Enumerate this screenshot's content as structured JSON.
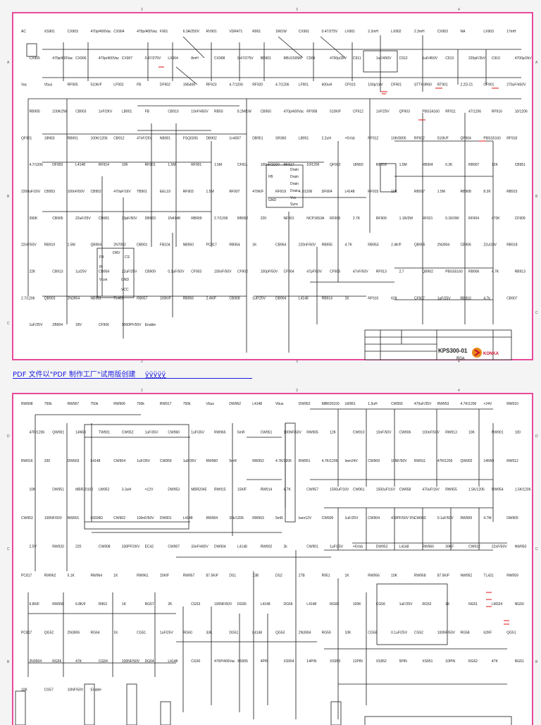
{
  "sheet1": {
    "title_block": {
      "model": "KPS300-01",
      "revision": "R0A",
      "brand": "KONKA"
    },
    "labels": [
      "AC",
      "XS901",
      "CX903",
      "470p/400Vac",
      "CX904",
      "470p/400Vac",
      "F901",
      "6.3A/250V",
      "RV901",
      "VDR471",
      "R901",
      "1M/1W",
      "CX901",
      "0.47/275V",
      "LX901",
      "2.2mH",
      "LX902",
      "2.3mH",
      "CX902",
      "NA",
      "LX903",
      "17mH",
      "CX905",
      "470p/400Vac",
      "CX906",
      "470p/400Vac",
      "CX907",
      "0.47/275V",
      "LX904",
      "8mH",
      "CX908",
      "0.47/275V",
      "BD901",
      "RBU1505M",
      "C909",
      "4700p/2kV",
      "C911",
      "1uF/450V",
      "C912",
      "1uF/450V",
      "C913",
      "220pF/2kV",
      "C910",
      "4700p/2kV",
      "Vac",
      "Vbus",
      "RF905",
      "510K/F",
      "LF902",
      "FB",
      "DF902",
      "1N5406",
      "RF923",
      "4.7/1206",
      "RF920",
      "4.7/1206",
      "LF901",
      "600uH",
      "CF910",
      "100p/1kV",
      "DF901",
      "STTH3R60",
      "RT901",
      "2.2D-21",
      "CF901",
      "270uF/450V",
      "RB905",
      "100K/2W",
      "CB903",
      "1nF/2KV",
      "LB901",
      "FB",
      "CB910",
      "10nF/450V",
      "RB50",
      "8.2M/1W",
      "CB950",
      "470p/400Vac",
      "RF908",
      "510K/F",
      "CF912",
      "1nF/25V",
      "QF903",
      "PBSS4160",
      "RF911",
      "47/1206",
      "RF916",
      "10/1206",
      "QF901",
      "18N50",
      "RB901",
      "100K/1206",
      "CB912",
      "47nF/25V",
      "NB901",
      "FSQ0265",
      "DB902",
      "1n4007",
      "DB951",
      "SR360",
      "LB951",
      "2.2uH",
      "+5Vsb",
      "RF912",
      "10K/0805",
      "RF902",
      "510K/F",
      "QF904",
      "PBSS5160",
      "RF918",
      "4.7/1206",
      "DF903",
      "L4148",
      "RF914",
      "10K",
      "RF901",
      "1.5M",
      "RF901",
      "1.5M",
      "CF911",
      "100nF/160V",
      "RF917",
      "10/1206",
      "QF902",
      "18N50",
      "RB916",
      "1.5M",
      "RB904",
      "6.2K",
      "RB907",
      "12K",
      "CB951",
      "2200uF/16V",
      "CB953",
      "100nF/50V",
      "CB952",
      "470uF/16V",
      "TB901",
      "EEL19",
      "RF903",
      "1.5M",
      "RF907",
      "470K/F",
      "RF919",
      "4.7/1206",
      "DF904",
      "L4148",
      "RF915",
      "10K",
      "RB917",
      "1.5M",
      "RB908",
      "8.2K",
      "RB915",
      "390K",
      "CB905",
      "22uF/25V",
      "CB901",
      "33pF/50V",
      "DB903",
      "1N4148",
      "RB909",
      "2.7/1206",
      "RB952",
      "220",
      "NF901",
      "NCP1653A",
      "RF906",
      "2.7K",
      "RF909",
      "1.1R/3W",
      "RF921",
      "0.1R/3W",
      "RF904",
      "470K",
      "CF909",
      "22nF/50V",
      "RB919",
      "1.5M",
      "QB904",
      "2N7002",
      "DB901",
      "FB104",
      "NB950",
      "PC817",
      "RB954",
      "1K",
      "CB954",
      "220nF/50V",
      "RB955",
      "4.7K",
      "RB953",
      "2.4K/F",
      "QB905",
      "2N3904",
      "CB906",
      "22u/10V",
      "RB918",
      "22K",
      "CB913",
      "1u/25V",
      "CB904",
      "22uF/25V",
      "CB909",
      "0.1uF/50V",
      "CF903",
      "100nF/50V",
      "CF902",
      "100pF/50V",
      "CF904",
      "47pF/50V",
      "CF905",
      "47nF/50V",
      "RF913",
      "2.7",
      "QB902",
      "PBSS5160",
      "RB906",
      "4.7K",
      "RB913",
      "2.7/1206",
      "QB903",
      "2N3904",
      "NB951",
      "TL431",
      "RB957",
      "100K/F",
      "RB956",
      "2.4K/F",
      "CB908",
      "1uF/25V",
      "DB904",
      "L4148",
      "RB914",
      "1K",
      "RF910",
      "62K",
      "CF907",
      "1uF/25V",
      "RB910",
      "4.7k",
      "CB907",
      "1uF/25V",
      "ZB904",
      "18V",
      "CF906",
      "1000PF/50V",
      "Enable"
    ],
    "ic_pins": {
      "nf901": [
        "FB",
        "IN",
        "Vcon",
        "GND",
        "CS",
        "DRV",
        "VCC"
      ],
      "nb901": [
        "Drain",
        "Drain",
        "Drain",
        "Drain",
        "FB",
        "GND",
        "Vcc",
        "Sync"
      ]
    }
  },
  "pdf_notice": "PDF 文件以\"PDF 制作工厂\"试用版创建",
  "pdf_link": "ÿÿÿÿÿ",
  "sheet2": {
    "title_block": {
      "model": ""
    },
    "labels": [
      "RW908",
      "750k",
      "RW907",
      "750k",
      "RW906",
      "750k",
      "RW917",
      "750k",
      "Vbus",
      "DW962",
      "L4148",
      "Vbus",
      "DW952",
      "MBR20100",
      "LW951",
      "1.5uH",
      "CW955",
      "470uF/35V",
      "RW953",
      "4.7K/1206",
      "+24V",
      "RW910",
      "47R/1206",
      "QW901",
      "14N50",
      "TW901",
      "CW952",
      "1uF/35V",
      "CW960",
      "1uF/35V",
      "RW965",
      "5mR",
      "CW951",
      "100NF/50V",
      "RW905",
      "12K",
      "CW910",
      "10nF/50V",
      "CW906",
      "100nF/50V",
      "RW913",
      "10K",
      "RW901",
      "100",
      "RW916",
      "330",
      "DW903",
      "L4148",
      "CW954",
      "1uF/35V",
      "CW959",
      "1uF/35V",
      "RW960",
      "5mR",
      "RW952",
      "4.7K/1206",
      "RW951",
      "4.7K/1206",
      "Isen24V",
      "CW909",
      "10NF/50V",
      "RW911",
      "47R/1206",
      "QW902",
      "14N50",
      "RW912",
      "10K",
      "DW951",
      "MBR20100",
      "LW952",
      "3.3uH",
      "+12V",
      "DW953",
      "MBR2045",
      "RW915",
      "15K/F",
      "RW914",
      "4.7K",
      "CW957",
      "1500uF/16V",
      "CW961",
      "1500uF/16V",
      "CW958",
      "470uF/16V",
      "RW955",
      "1.5K/1206",
      "RW954",
      "1.5K/1206",
      "CW953",
      "100NF/50V",
      "NW901",
      "L6599D",
      "CW902",
      "100nF/50V",
      "DW901",
      "L4148",
      "RW904",
      "39k/1206",
      "RW963",
      "5mR",
      "Isen12V",
      "CW905",
      "1uF/25V",
      "CW904",
      "470PF/50V 5%",
      "CW903",
      "0.1uF/50V",
      "RW909",
      "4.7M",
      "DW905",
      "2.5V",
      "RW920",
      "220",
      "CW908",
      "330PF/2KV",
      "EC42",
      "CW907",
      "33nF/400V",
      "DW904",
      "L4148",
      "RW902",
      "2k",
      "CW901",
      "1uF/25V",
      "+5Vsb",
      "DW952",
      "L4148",
      "RW966",
      "39KF",
      "CW912",
      "22nF/50V",
      "NW950",
      "PC817",
      "RW962",
      "5.1K",
      "RW964",
      "1K",
      "RW961",
      "20K/F",
      "RW957",
      "87.5K/F",
      "DS1",
      "13B",
      "DS2",
      "27B",
      "R951",
      "1K",
      "RW956",
      "10K",
      "RW958",
      "87.5K/F",
      "NW952",
      "TL431",
      "RW959",
      "6.8K/F",
      "RW958",
      "6.8K/F",
      "R963",
      "1K",
      "RG57",
      "2K",
      "CG53",
      "100NF/50V",
      "DG55",
      "L4148",
      "DG56",
      "L4148",
      "RG65",
      "100K",
      "CG56",
      "1uF/25V",
      "RG52",
      "1K",
      "NG51",
      "LM324",
      "NG50",
      "PC817",
      "QG52",
      "2N3906",
      "RG64",
      "1K",
      "CG51",
      "1uF/25V",
      "RG60",
      "33K",
      "DG51",
      "L4148",
      "QG53",
      "2N3904",
      "RG59",
      "10K",
      "CG58",
      "0.1uF/25V",
      "CG52",
      "100NF/50V",
      "RG58",
      "62KF",
      "QG51",
      "2N3904",
      "RG56",
      "47K",
      "CG54",
      "100NF/50V",
      "DG54",
      "L4148",
      "CG50",
      "470P/400Vac",
      "XS955",
      "4PIN",
      "XS954",
      "14PIN",
      "XS953",
      "12PIN",
      "XS952",
      "5PIN",
      "XS951",
      "10PIN",
      "RG62",
      "47K",
      "RG61",
      "10K",
      "CG57",
      "10NF/50V",
      "Enable"
    ]
  },
  "colors": {
    "background": "#f4f4f4",
    "sheet": "#ffffff",
    "border": "#e84a9a",
    "line": "#1a1a1a",
    "gnd": "#e01010"
  }
}
